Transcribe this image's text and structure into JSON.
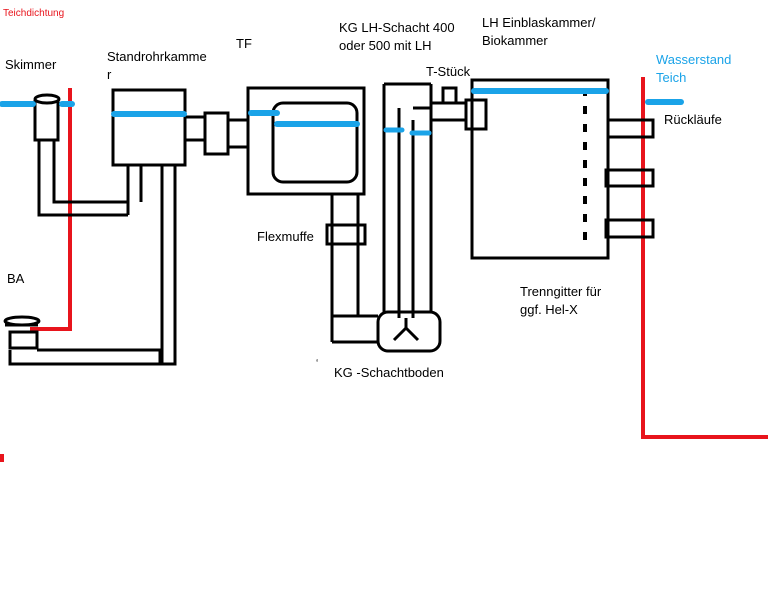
{
  "colors": {
    "pipe": "#000000",
    "water": "#1aa3e8",
    "liner": "#e8141c",
    "background": "#ffffff"
  },
  "labels": {
    "teichdichtung": "Teichdichtung",
    "skimmer": "Skimmer",
    "standrohr_line1": "Standrohrkamme",
    "standrohr_line2": "r",
    "tf": "TF",
    "kg_schacht_line1": "KG LH-Schacht 400",
    "kg_schacht_line2": "oder 500 mit LH",
    "lh_line1": "LH Einblaskammer/",
    "lh_line2": "Biokammer",
    "t_stueck": "T-Stück",
    "wasserstand_line1": "Wasserstand",
    "wasserstand_line2": "Teich",
    "ruecklaeufe": "Rückläufe",
    "flexmuffe": "Flexmuffe",
    "ba": "BA",
    "schachtboden": "KG -Schachtboden",
    "trenngitter_line1": "Trenngitter für",
    "trenngitter_line2": "ggf. Hel-X",
    "stray_mark": "‘"
  }
}
